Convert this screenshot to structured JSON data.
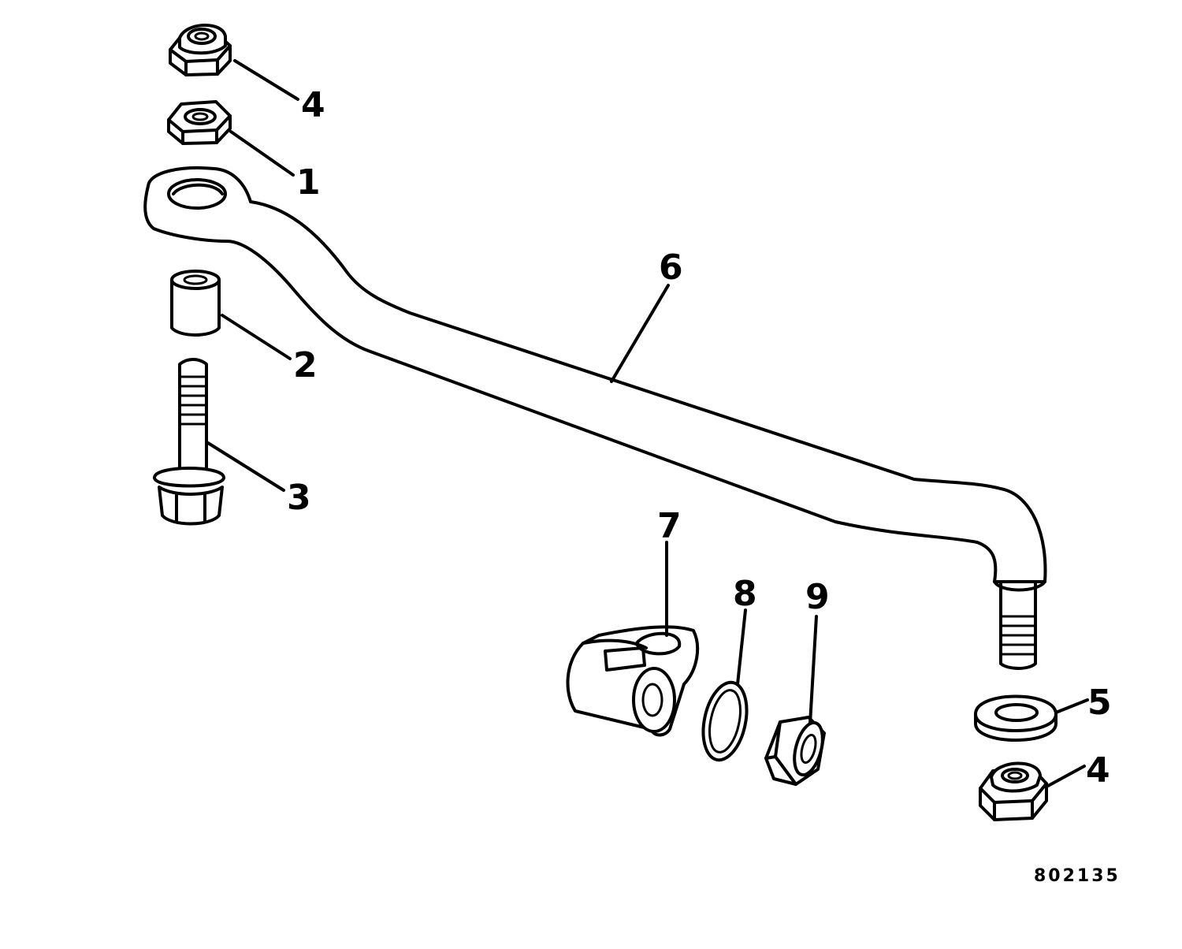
{
  "callouts": {
    "c1": "1",
    "c2": "2",
    "c3": "3",
    "c4_top": "4",
    "c4_bottom": "4",
    "c5": "5",
    "c6": "6",
    "c7": "7",
    "c8": "8",
    "c9": "9"
  },
  "figure_number": "802135"
}
